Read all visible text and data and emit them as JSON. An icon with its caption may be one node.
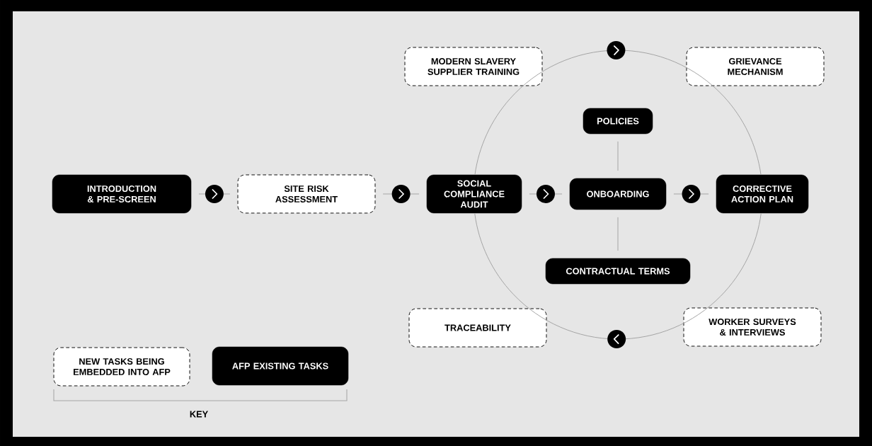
{
  "diagram": {
    "nodes": [
      {
        "text": [
          "INTRODUCTION & PRE-SCREEN"
        ]
      },
      {
        "text": [
          "SITE RISK ASSESSMENT"
        ]
      },
      {
        "text": [
          "SOCIAL COMPLIANCE AUDIT"
        ]
      },
      {
        "text": [
          "ONBOARDING"
        ]
      },
      {
        "text": [
          "CORRECTIVE ACTION PLAN"
        ]
      },
      {
        "text": [
          "POLICIES"
        ]
      },
      {
        "text": [
          "CONTRACTUAL TERMS"
        ]
      },
      {
        "text": [
          "MODERN SLAVERY SUPPLIER TRAINING"
        ]
      },
      {
        "text": [
          "GRIEVANCE MECHANISM"
        ]
      },
      {
        "text": [
          "TRACEABILITY"
        ]
      },
      {
        "text": [
          "WORKER SURVEYS & INTERVIEWS"
        ]
      },
      {
        "text": [
          "NEW TASKS BEING EMBEDDED INTO AFP"
        ]
      },
      {
        "text": [
          "AFP EXISTING TASKS"
        ]
      }
    ],
    "edges": [
      {
        "from": 0,
        "to": 1,
        "arrow": "to"
      },
      {
        "from": 1,
        "to": 2,
        "arrow": "to"
      },
      {
        "from": 2,
        "to": 3,
        "arrow": "to"
      },
      {
        "from": 3,
        "to": 4,
        "arrow": "to"
      },
      {
        "from": 3,
        "to": 5,
        "arrow": "none"
      },
      {
        "from": 3,
        "to": 6,
        "arrow": "none"
      },
      {
        "from": 2,
        "to": 7,
        "arrow": "none"
      },
      {
        "from": 7,
        "to": 8,
        "arrow": "to"
      },
      {
        "from": 8,
        "to": 4,
        "arrow": "none"
      },
      {
        "from": 4,
        "to": 10,
        "arrow": "none"
      },
      {
        "from": 10,
        "to": 9,
        "arrow": "to"
      },
      {
        "from": 9,
        "to": 2,
        "arrow": "none"
      }
    ],
    "labels": [
      "KEY"
    ]
  }
}
